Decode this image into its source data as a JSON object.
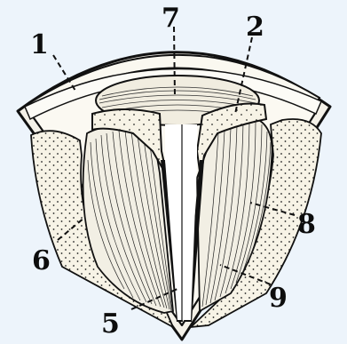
{
  "diagram": {
    "labels": {
      "l1": "1",
      "l2": "2",
      "l5": "5",
      "l6": "6",
      "l7": "7",
      "l8": "8",
      "l9": "9"
    }
  },
  "colors": {
    "background": "#edf4fb",
    "ink": "#111111",
    "cartilage_fill": "#f7f3e6",
    "muscle_fill": "#f2efe4"
  }
}
